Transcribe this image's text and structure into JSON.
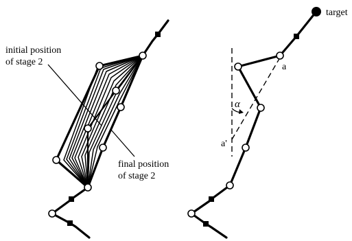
{
  "figure": {
    "left_panel": {
      "label_initial_line1": "initial position",
      "label_initial_line2": "of stage 2",
      "label_final_line1": "final position",
      "label_final_line2": "of stage 2"
    },
    "right_panel": {
      "label_target": "target",
      "label_a": "a",
      "label_a_prime": "a'",
      "label_alpha": "α"
    }
  }
}
